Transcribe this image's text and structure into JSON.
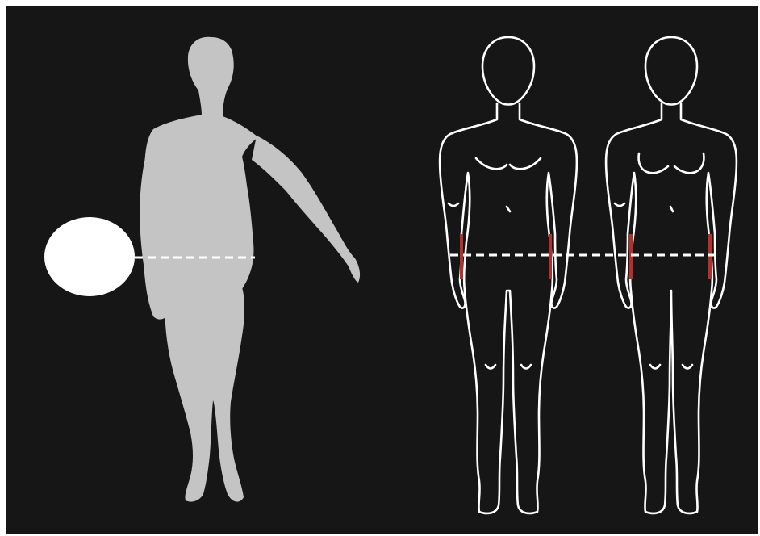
{
  "colors": {
    "frame": "#ffffff",
    "background": "#161616",
    "silhouette": "#c4c4c4",
    "marker": "#ffffff",
    "outline": "#ffffff",
    "highlight": "#b3302b"
  },
  "panels": [
    {
      "figure": "gray-silhouette-striding",
      "marker": "white-oval"
    },
    {
      "figure": "male-front-outline"
    },
    {
      "figure": "female-front-outline"
    }
  ],
  "measurement_line": {
    "style": "dashed",
    "color": "#ffffff"
  }
}
